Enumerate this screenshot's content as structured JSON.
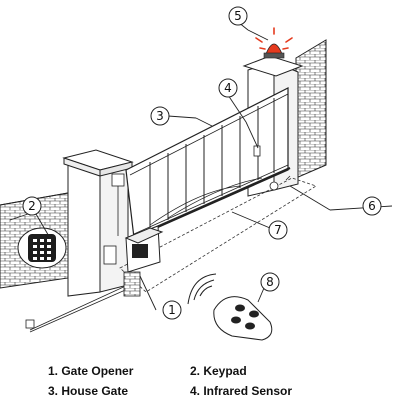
{
  "callouts": {
    "c1": "1",
    "c2": "2",
    "c3": "3",
    "c4": "4",
    "c5": "5",
    "c6": "6",
    "c7": "7",
    "c8": "8"
  },
  "legend": {
    "item1": "1. Gate Opener",
    "item2": "2. Keypad",
    "item3": "3. House Gate",
    "item4": "4. Infrared Sensor"
  },
  "colors": {
    "line": "#222222",
    "lamp": "#e53a1e",
    "background": "#ffffff"
  }
}
